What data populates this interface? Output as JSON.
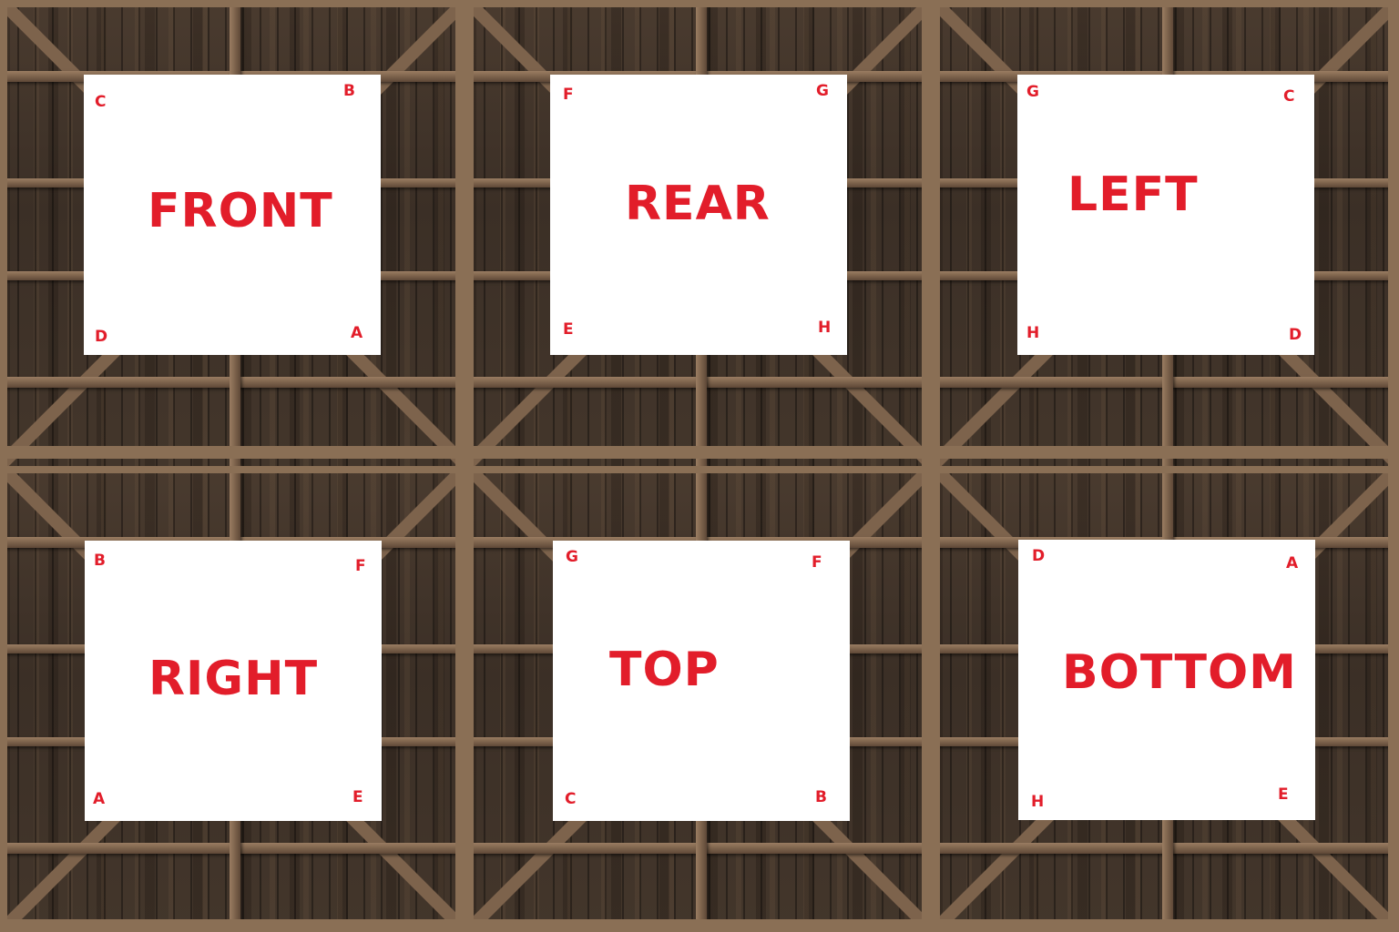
{
  "faces": [
    {
      "label": "FRONT",
      "corners": {
        "top_left": "C",
        "top_right": "B",
        "bottom_left": "D",
        "bottom_right": "A"
      }
    },
    {
      "label": "REAR",
      "corners": {
        "top_left": "F",
        "top_right": "G",
        "bottom_left": "E",
        "bottom_right": "H"
      }
    },
    {
      "label": "LEFT",
      "corners": {
        "top_left": "G",
        "top_right": "C",
        "bottom_left": "H",
        "bottom_right": "D"
      }
    },
    {
      "label": "RIGHT",
      "corners": {
        "top_left": "B",
        "top_right": "F",
        "bottom_left": "A",
        "bottom_right": "E"
      }
    },
    {
      "label": "TOP",
      "corners": {
        "top_left": "G",
        "top_right": "F",
        "bottom_left": "C",
        "bottom_right": "B"
      }
    },
    {
      "label": "BOTTOM",
      "corners": {
        "top_left": "D",
        "top_right": "A",
        "bottom_left": "H",
        "bottom_right": "E"
      }
    }
  ],
  "colors": {
    "label_red": "#e21d2a",
    "panel_white": "#ffffff",
    "wood_dark": "#3d3128",
    "beam_light": "#9a7d62"
  }
}
